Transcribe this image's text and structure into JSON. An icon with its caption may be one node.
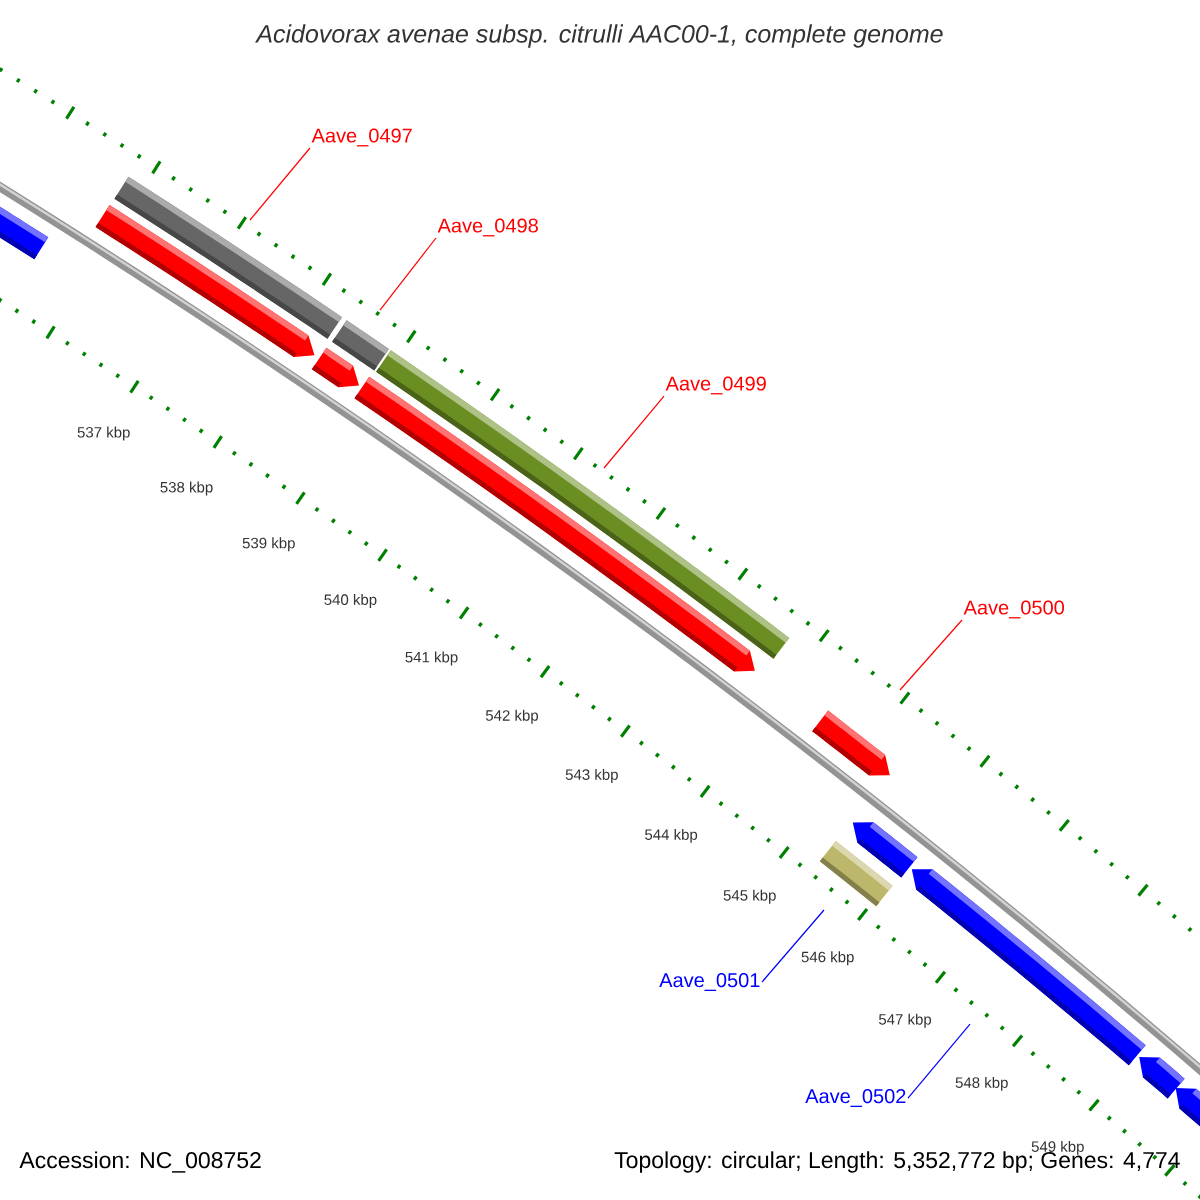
{
  "diagram": {
    "title": "Acidovorax avenae subsp. citrulli AAC00-1, complete genome",
    "nodes": [
      {
        "text": [
          "Aave_0497"
        ]
      },
      {
        "text": [
          "Aave_0498"
        ]
      },
      {
        "text": [
          "Aave_0499"
        ]
      },
      {
        "text": [
          "Aave_0500"
        ]
      },
      {
        "text": [
          "Aave_0501"
        ]
      },
      {
        "text": [
          "Aave_0502"
        ]
      },
      {
        "text": [],
        "shape": "bar"
      },
      {
        "text": [],
        "shape": "arrow"
      },
      {
        "text": [],
        "shape": "bar"
      },
      {
        "text": [],
        "shape": "arrow"
      },
      {
        "text": [],
        "shape": "bar"
      },
      {
        "text": [],
        "shape": "arrow"
      },
      {
        "text": [],
        "shape": "bar"
      },
      {
        "text": [],
        "shape": "arrow"
      },
      {
        "text": [],
        "shape": "arrow"
      },
      {
        "text": [],
        "shape": "bar"
      },
      {
        "text": [],
        "shape": "arrow"
      },
      {
        "text": [],
        "shape": "arrow"
      },
      {
        "text": [],
        "shape": "arrow"
      }
    ],
    "edges": [
      {
        "from": 0,
        "to": 8,
        "arrow": "none"
      },
      {
        "from": 1,
        "to": 10,
        "arrow": "none"
      },
      {
        "from": 2,
        "to": 12,
        "arrow": "none"
      },
      {
        "from": 3,
        "to": 13,
        "arrow": "none"
      },
      {
        "from": 4,
        "to": 15,
        "arrow": "none",
        "color": "#0000ff"
      },
      {
        "from": 5,
        "to": 16,
        "arrow": "none",
        "color": "#0000ff"
      }
    ],
    "labels": [
      "537 kbp",
      "538 kbp",
      "539 kbp",
      "540 kbp",
      "541 kbp",
      "542 kbp",
      "543 kbp",
      "544 kbp",
      "545 kbp",
      "546 kbp",
      "547 kbp",
      "548 kbp",
      "549 kbp",
      "Accession: NC_008752",
      "Topology: circular; Length: 5,352,772 bp; Genes: 4,774"
    ]
  }
}
